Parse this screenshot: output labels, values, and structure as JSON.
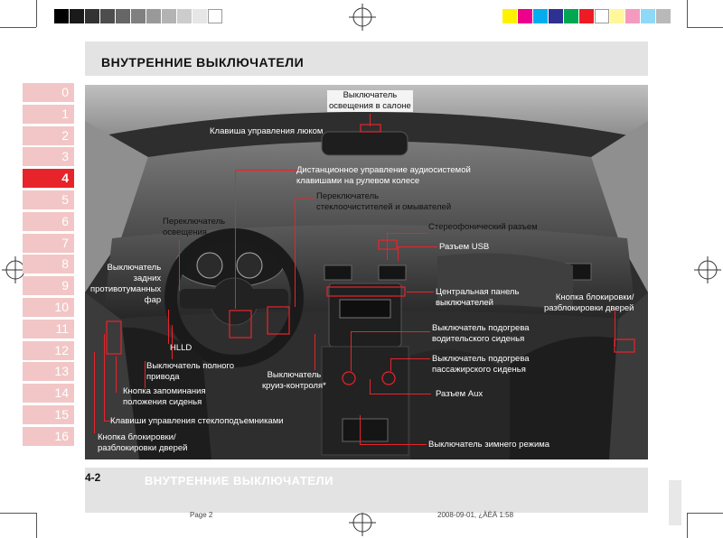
{
  "header": {
    "title": "ВНУТРЕННИЕ ВЫКЛЮЧАТЕЛИ"
  },
  "tabs": [
    {
      "label": "0"
    },
    {
      "label": "1"
    },
    {
      "label": "2"
    },
    {
      "label": "3"
    },
    {
      "label": "4"
    },
    {
      "label": "5"
    },
    {
      "label": "6"
    },
    {
      "label": "7"
    },
    {
      "label": "8"
    },
    {
      "label": "9"
    },
    {
      "label": "10"
    },
    {
      "label": "11"
    },
    {
      "label": "12"
    },
    {
      "label": "13"
    },
    {
      "label": "14"
    },
    {
      "label": "15"
    },
    {
      "label": "16"
    }
  ],
  "active_tab": "4",
  "labels": {
    "cabin_light": "Выключатель\nосвещения в салоне",
    "sunroof": "Клавиша управления люком",
    "audio_remote": "Дистанционное управление аудиосистемой\nклавишами на рулевом колесе",
    "wipers": "Переключатель\nстеклоочистителей и омывателей",
    "lighting": "Переключатель\nосвещения",
    "stereo_jack": "Стереофонический разъем",
    "usb": "Разъем USB",
    "rear_fog": "Выключатель\nзадних\nпротивотуманных\nфар",
    "center_panel": "Центральная панель\nвыключателей",
    "door_lock_right": "Кнопка блокировки/\nразблокировки дверей",
    "driver_heat": "Выключатель подогрева\nводительского сиденья",
    "hlld": "HLLD",
    "awd": "Выключатель полного\nпривода",
    "passenger_heat": "Выключатель подогрева\nпассажирского сиденья",
    "cruise": "Выключатель\nкруиз-контроля*",
    "seat_memory": "Кнопка запоминания\nположения сиденья",
    "aux": "Разъем Aux",
    "windows": "Клавиши управления стеклоподъемниками",
    "door_lock_left": "Кнопка блокировки/\nразблокировки дверей",
    "winter": "Выключатель зимнего режима"
  },
  "footer": {
    "page_number": "4-2",
    "title": "ВНУТРЕННИЕ ВЫКЛЮЧАТЕЛИ",
    "page_caption": "Page 2",
    "date_caption": "2008-09-01,  ¿ÀÈÄ 1:58"
  },
  "colors": {
    "accent": "#e8242b",
    "tab_inactive": "#f2c6c6",
    "band": "#e3e3e3",
    "swatches_left": [
      "#000000",
      "#1a1a1a",
      "#333333",
      "#4d4d4d",
      "#666666",
      "#808080",
      "#999999",
      "#b3b3b3",
      "#cccccc",
      "#e6e6e6",
      "#ffffff"
    ],
    "swatches_right": [
      "#fff200",
      "#ec008c",
      "#00aeef",
      "#2e3192",
      "#00a651",
      "#ed1c24",
      "#ffffff",
      "#fff799",
      "#f49ac1",
      "#8ed8f8",
      "#b9b9b9"
    ]
  }
}
